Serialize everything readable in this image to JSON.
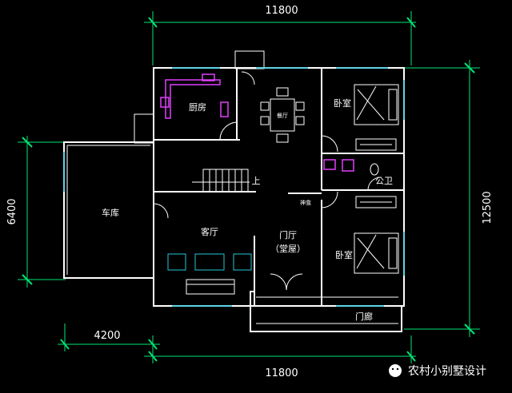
{
  "dimensions": {
    "top_width": "11800",
    "bottom_width": "11800",
    "left_height": "6400",
    "right_height": "12500",
    "garage_width": "4200"
  },
  "rooms": {
    "kitchen": "厨房",
    "dining": "餐厅",
    "bedroom_top": "卧室",
    "bedroom_bottom": "卧室",
    "bathroom": "公卫",
    "garage": "车库",
    "living": "客厅",
    "foyer_line1": "门厅",
    "foyer_line2": "（堂屋）",
    "porch": "门廊",
    "stairs_up": "上",
    "cabinet": "神龛"
  },
  "watermark": "农村小别墅设计",
  "colors": {
    "background": "#000000",
    "walls": "#ffffff",
    "dimension_lines": "#00e676",
    "windows": "#26c6da",
    "kitchen_fixtures": "#e040fb"
  }
}
